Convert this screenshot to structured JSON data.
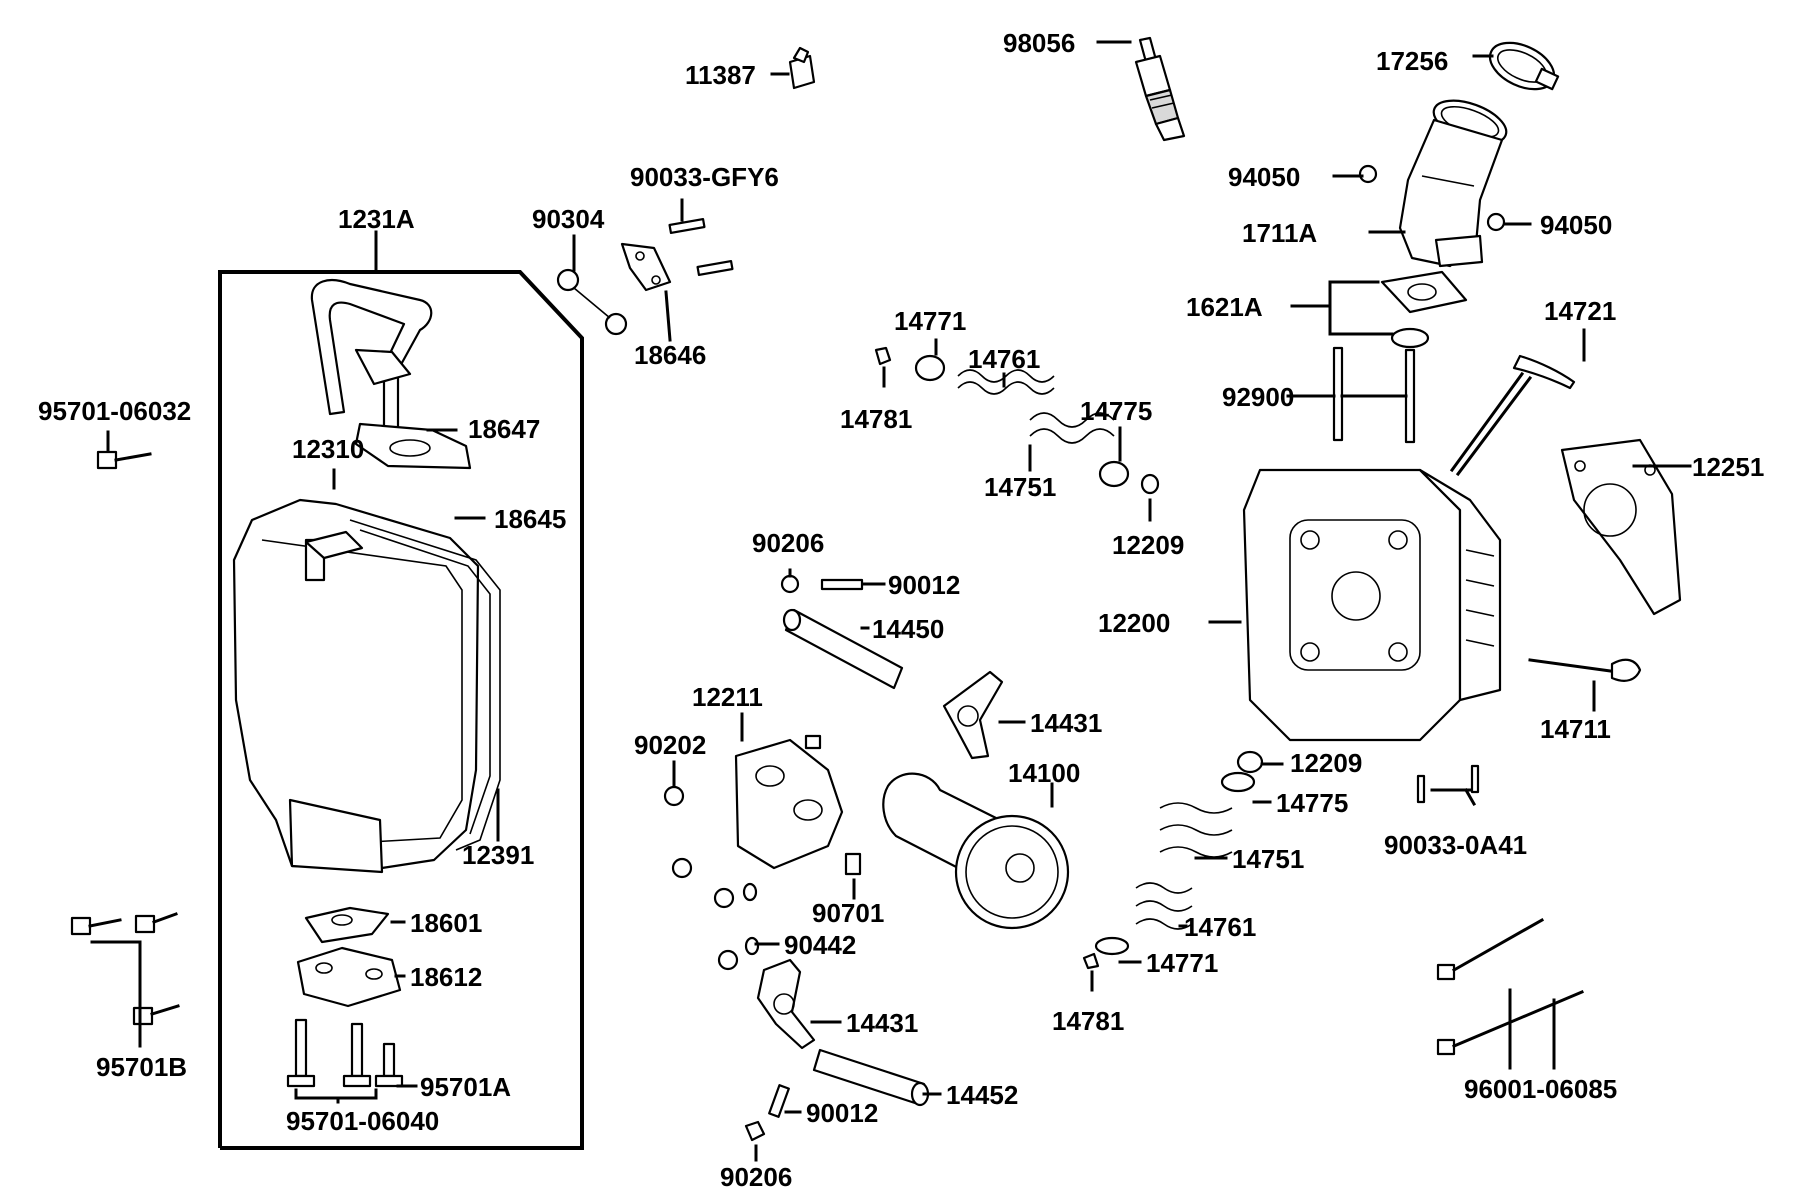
{
  "diagram": {
    "labels": {
      "p98056": "98056",
      "p11387": "11387",
      "p17256": "17256",
      "p90033gfy6": "90033-GFY6",
      "p94050a": "94050",
      "p94050b": "94050",
      "p1711a": "1711A",
      "p1231a": "1231A",
      "p90304": "90304",
      "p18646": "18646",
      "p1621a": "1621A",
      "p14721": "14721",
      "p14771a": "14771",
      "p14761a": "14761",
      "p95701_06032": "95701-06032",
      "p18647": "18647",
      "p14781a": "14781",
      "p14775a": "14775",
      "p92900": "92900",
      "p12310": "12310",
      "p14751a": "14751",
      "p12251": "12251",
      "p18645": "18645",
      "p12209a": "12209",
      "p90206a": "90206",
      "p90012a": "90012",
      "p12200": "12200",
      "p14450": "14450",
      "p12211": "12211",
      "p14431a": "14431",
      "p14711": "14711",
      "p90202": "90202",
      "p14100": "14100",
      "p12209b": "12209",
      "p14775b": "14775",
      "p12391": "12391",
      "p90033_0a41": "90033-0A41",
      "p14751b": "14751",
      "p90701": "90701",
      "p18601": "18601",
      "p14761b": "14761",
      "p90442": "90442",
      "p14771b": "14771",
      "p18612": "18612",
      "p14781b": "14781",
      "p14431b": "14431",
      "p95701b": "95701B",
      "p95701a": "95701A",
      "p96001_06085": "96001-06085",
      "p14452": "14452",
      "p95701_06040": "95701-06040",
      "p90012b": "90012",
      "p90206b": "90206"
    }
  }
}
